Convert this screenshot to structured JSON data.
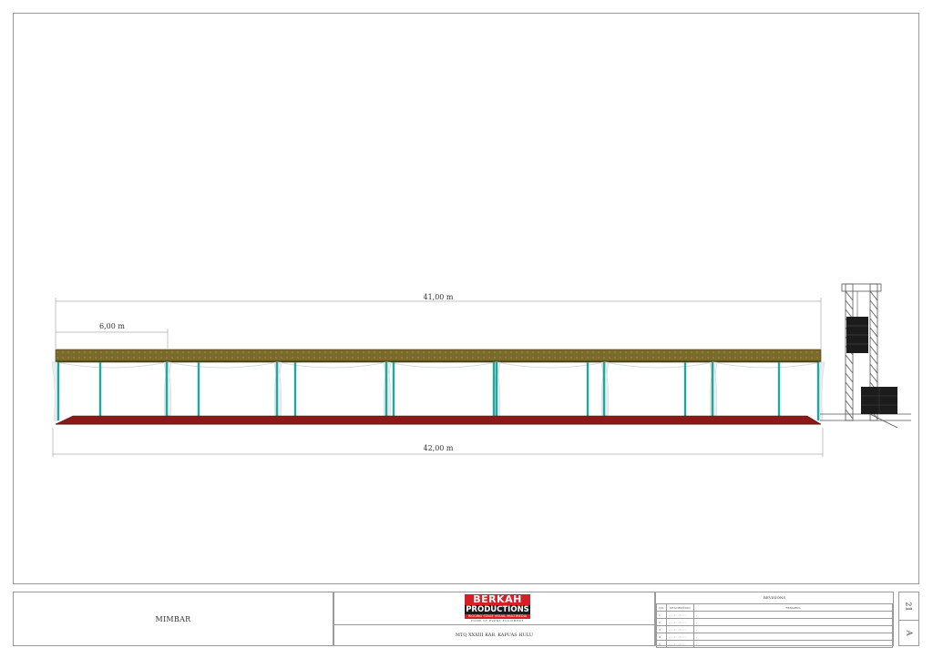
{
  "drawing": {
    "dimensions": {
      "overall_roof": "41,00 m",
      "bay_width": "6,00 m",
      "floor_length": "42,00 m"
    },
    "colors": {
      "roof": "#7a6a2c",
      "floor": "#8a1a1a",
      "columns": "#1fa89f",
      "drapes": "#e8ecef",
      "truss": "#555555",
      "speaker": "#1c1c1c"
    }
  },
  "title_block": {
    "drawing_title": "MIMBAR",
    "logo": {
      "line1": "BERKAH",
      "line2": "PRODUCTIONS",
      "line3": "RIGGING STAGE VISUAL MULTIMEDIA",
      "line4": "HOME OF EVENT EQUIPMENT"
    },
    "project": "MTQ XXXIII KAB. KAPUAS HULU",
    "revisions": {
      "heading": "REVISIONS",
      "col_no": "NO.",
      "col_date": "DESCRIPTION",
      "col_remarks": "REMARKS",
      "rows": [
        {
          "no": "1",
          "date": "- - - / - - / - - -",
          "remarks": "-"
        },
        {
          "no": "2",
          "date": "- - - / - - / - - -",
          "remarks": "-"
        },
        {
          "no": "3",
          "date": "- - - / - - / - - -",
          "remarks": "-"
        },
        {
          "no": "4",
          "date": "- - - / - - / - - -",
          "remarks": "-"
        },
        {
          "no": "5",
          "date": "- - - / - - / - - -",
          "remarks": "-"
        }
      ]
    },
    "sheet_number": "21",
    "sheet_revision": "A"
  }
}
